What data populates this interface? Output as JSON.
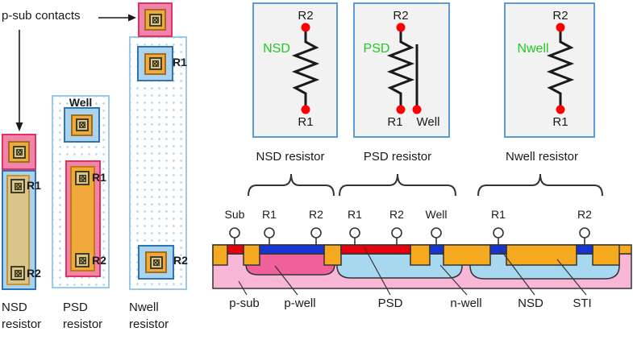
{
  "figure": {
    "psub_contacts_label": "p-sub contacts"
  },
  "layouts": [
    {
      "caption": "NSD resistor",
      "r1": "R1",
      "r2": "R2"
    },
    {
      "caption": "PSD resistor",
      "well": "Well",
      "r1": "R1",
      "r2": "R2"
    },
    {
      "caption": "Nwell resistor",
      "r1": "R1",
      "r2": "R2"
    }
  ],
  "schematics": [
    {
      "material": "NSD",
      "top": "R2",
      "bottom": "R1",
      "caption": "NSD resistor"
    },
    {
      "material": "PSD",
      "top": "R2",
      "bottom": "R1",
      "well": "Well",
      "caption": "PSD resistor"
    },
    {
      "material": "Nwell",
      "top": "R2",
      "bottom": "R1",
      "caption": "Nwell resistor"
    }
  ],
  "cross_section": {
    "terminals": [
      "Sub",
      "R1",
      "R2",
      "R1",
      "R2",
      "Well",
      "R1",
      "R2"
    ],
    "regions": [
      "p-sub",
      "p-well",
      "PSD",
      "n-well",
      "NSD",
      "STI"
    ]
  },
  "colors": {
    "sti_orange": "#F5A91F",
    "psd_red": "#E8000D",
    "nsd_blue": "#1535D4",
    "p_well": "#F0609B",
    "p_sub": "#F9B7D8",
    "n_well": "#A8D8F0",
    "diffusion_pink": "#F283AC",
    "well_lightblue": "#A9D3EF",
    "poly_tan": "#D9C489",
    "contact_orange": "#F2A93B",
    "schematic_green": "#21C823",
    "terminal_dot_red": "#FF0000",
    "schematic_box_border": "#5B9BD5"
  }
}
